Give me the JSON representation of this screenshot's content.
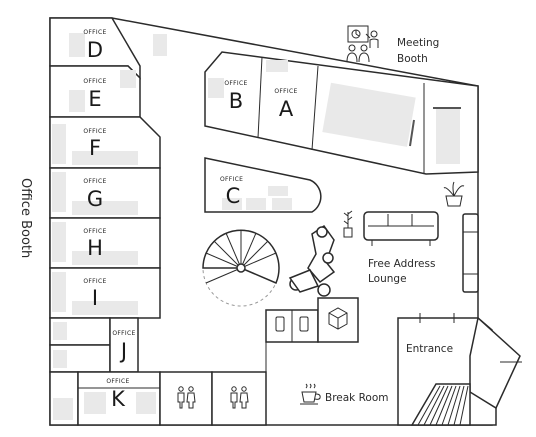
{
  "offices": [
    {
      "label": "OFFICE",
      "letter": "D"
    },
    {
      "label": "OFFICE",
      "letter": "E"
    },
    {
      "label": "OFFICE",
      "letter": "F"
    },
    {
      "label": "OFFICE",
      "letter": "G"
    },
    {
      "label": "OFFICE",
      "letter": "H"
    },
    {
      "label": "OFFICE",
      "letter": "I"
    },
    {
      "label": "OFFICE",
      "letter": "J"
    },
    {
      "label": "OFFICE",
      "letter": "K"
    },
    {
      "label": "OFFICE",
      "letter": "B"
    },
    {
      "label": "OFFICE",
      "letter": "A"
    },
    {
      "label": "OFFICE",
      "letter": "C"
    }
  ],
  "labels": {
    "office_booth": "Office Booth",
    "meeting_booth_line1": "Meeting",
    "meeting_booth_line2": "Booth",
    "lounge_line1": "Free Address",
    "lounge_line2": "Lounge",
    "entrance": "Entrance",
    "break_room": "Break Room"
  },
  "icons": [
    "presentation-icon",
    "plant-icon",
    "sofa-icon",
    "phone-icon",
    "package-icon",
    "restroom-icon",
    "coffee-cup-icon",
    "spiral-stair-icon",
    "lounge-chairs-icon",
    "staircase-icon"
  ]
}
